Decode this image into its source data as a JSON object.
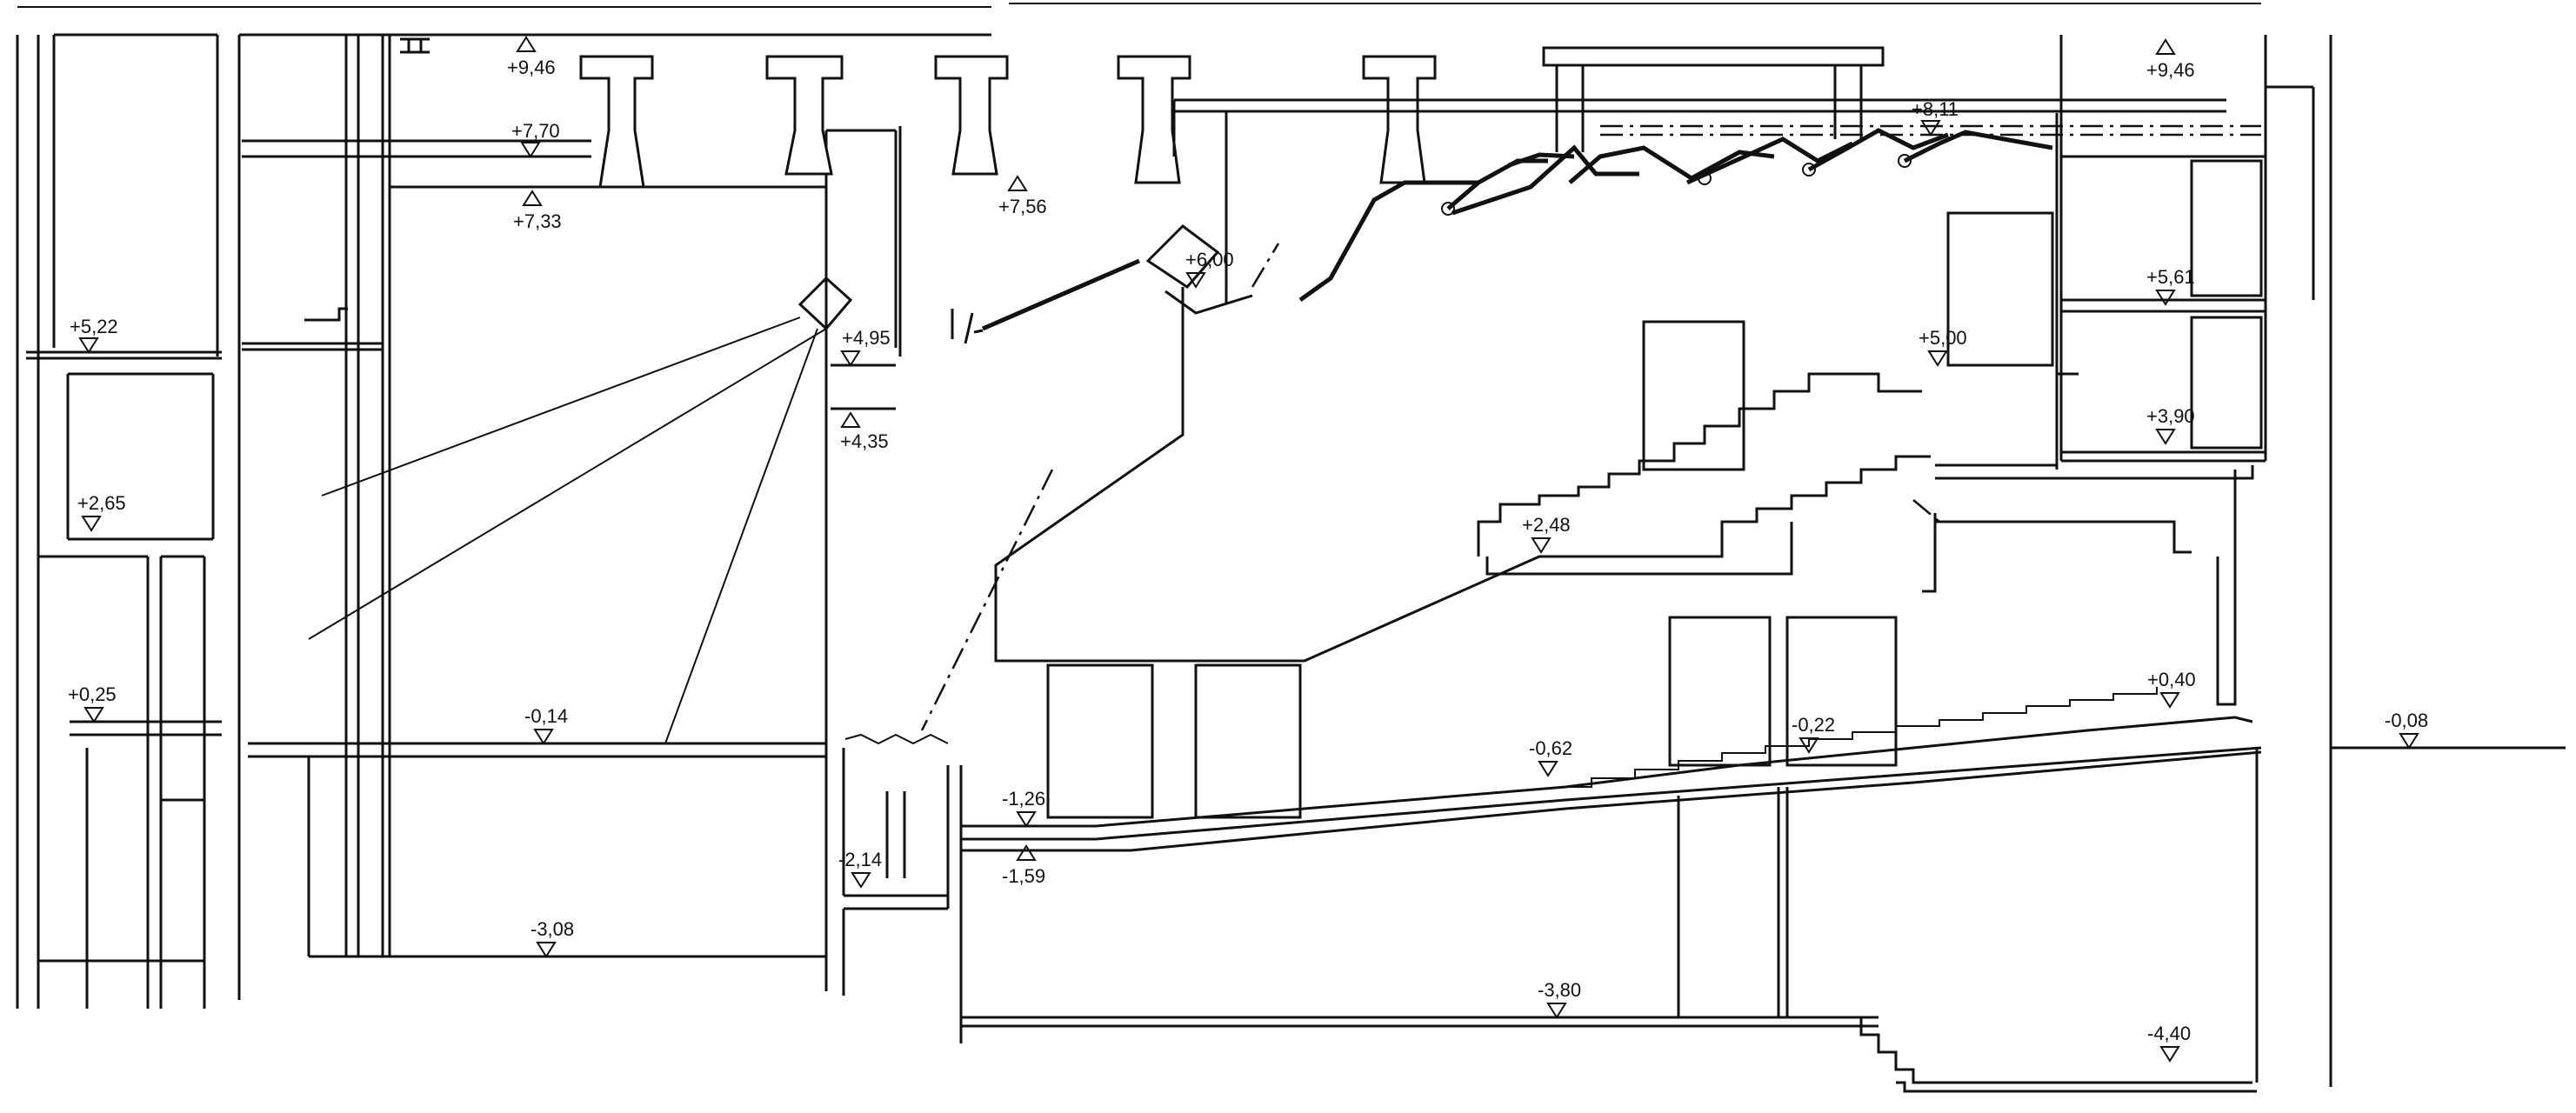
{
  "levels": [
    {
      "id": "l1",
      "text": "+9,46",
      "dir": "up"
    },
    {
      "id": "l2",
      "text": "+7,70",
      "dir": "down"
    },
    {
      "id": "l3",
      "text": "+7,33",
      "dir": "up"
    },
    {
      "id": "l4",
      "text": "+7,56",
      "dir": "up"
    },
    {
      "id": "l5",
      "text": "+6,00",
      "dir": "down"
    },
    {
      "id": "l6",
      "text": "+8,11",
      "dir": "down"
    },
    {
      "id": "l7",
      "text": "+9,46",
      "dir": "up"
    },
    {
      "id": "l8",
      "text": "+5,22",
      "dir": "down"
    },
    {
      "id": "l9",
      "text": "+4,95",
      "dir": "down"
    },
    {
      "id": "l10",
      "text": "+4,35",
      "dir": "up"
    },
    {
      "id": "l11",
      "text": "+5,61",
      "dir": "down"
    },
    {
      "id": "l12",
      "text": "+5,00",
      "dir": "down"
    },
    {
      "id": "l13",
      "text": "+3,90",
      "dir": "down"
    },
    {
      "id": "l14",
      "text": "+2,65",
      "dir": "down"
    },
    {
      "id": "l15",
      "text": "+2,48",
      "dir": "down"
    },
    {
      "id": "l16",
      "text": "+0,25",
      "dir": "down"
    },
    {
      "id": "l17",
      "text": "-0,14",
      "dir": "down"
    },
    {
      "id": "l18",
      "text": "-0,62",
      "dir": "down"
    },
    {
      "id": "l19",
      "text": "-0,22",
      "dir": "down"
    },
    {
      "id": "l20",
      "text": "+0,40",
      "dir": "down"
    },
    {
      "id": "l21",
      "text": "-0,08",
      "dir": "down"
    },
    {
      "id": "l22",
      "text": "-1,26",
      "dir": "down"
    },
    {
      "id": "l23",
      "text": "-1,59",
      "dir": "up"
    },
    {
      "id": "l24",
      "text": "-2,14",
      "dir": "down"
    },
    {
      "id": "l25",
      "text": "-3,08",
      "dir": "down"
    },
    {
      "id": "l26",
      "text": "-3,80",
      "dir": "down"
    },
    {
      "id": "l27",
      "text": "-4,40",
      "dir": "down"
    }
  ]
}
